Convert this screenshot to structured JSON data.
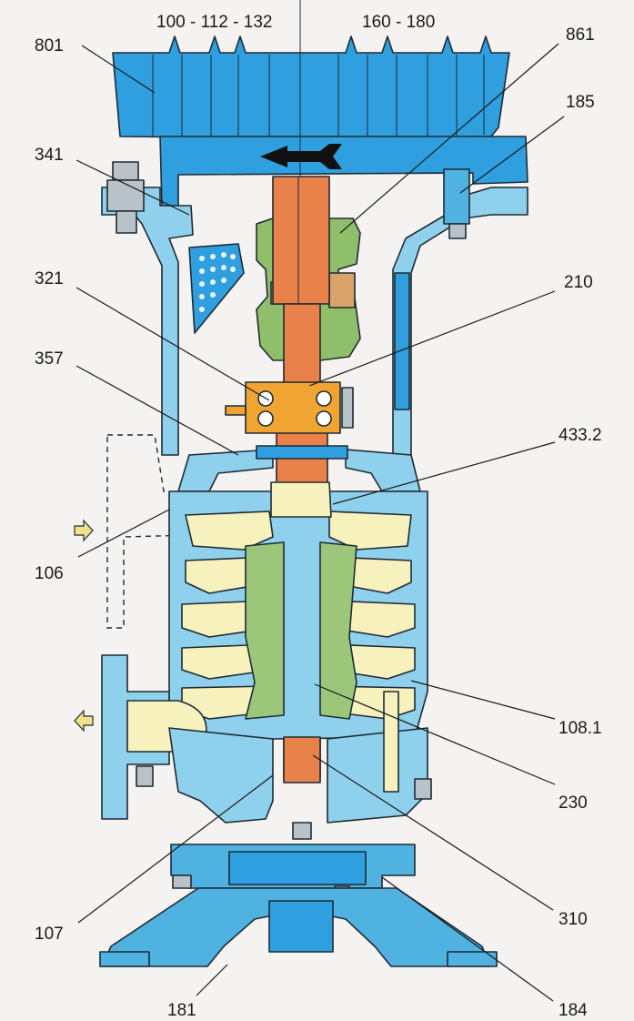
{
  "header": {
    "motor_sizes_left": "100 - 112 - 132",
    "motor_sizes_right": "160 - 180"
  },
  "labels": {
    "p801": "801",
    "p861": "861",
    "p185": "185",
    "p341": "341",
    "p321": "321",
    "p210": "210",
    "p357": "357",
    "p433_2": "433.2",
    "p106": "106",
    "p108_1": "108.1",
    "p230": "230",
    "p107": "107",
    "p310": "310",
    "p181": "181",
    "p184": "184"
  },
  "colors": {
    "background": "#f4f3f1",
    "motor_blue": "#2f9fe0",
    "casing_light_blue": "#8fd0ec",
    "casing_dark_blue": "#4fb2e0",
    "impeller_cream": "#f7f1bd",
    "shaft_orange": "#e8814a",
    "coupling_green": "#8fbf6a",
    "diffuser_green": "#9cc77a",
    "bearing_orange": "#f0a532",
    "direction_arrow": "#111111",
    "flow_arrow": "#f1e18a"
  }
}
